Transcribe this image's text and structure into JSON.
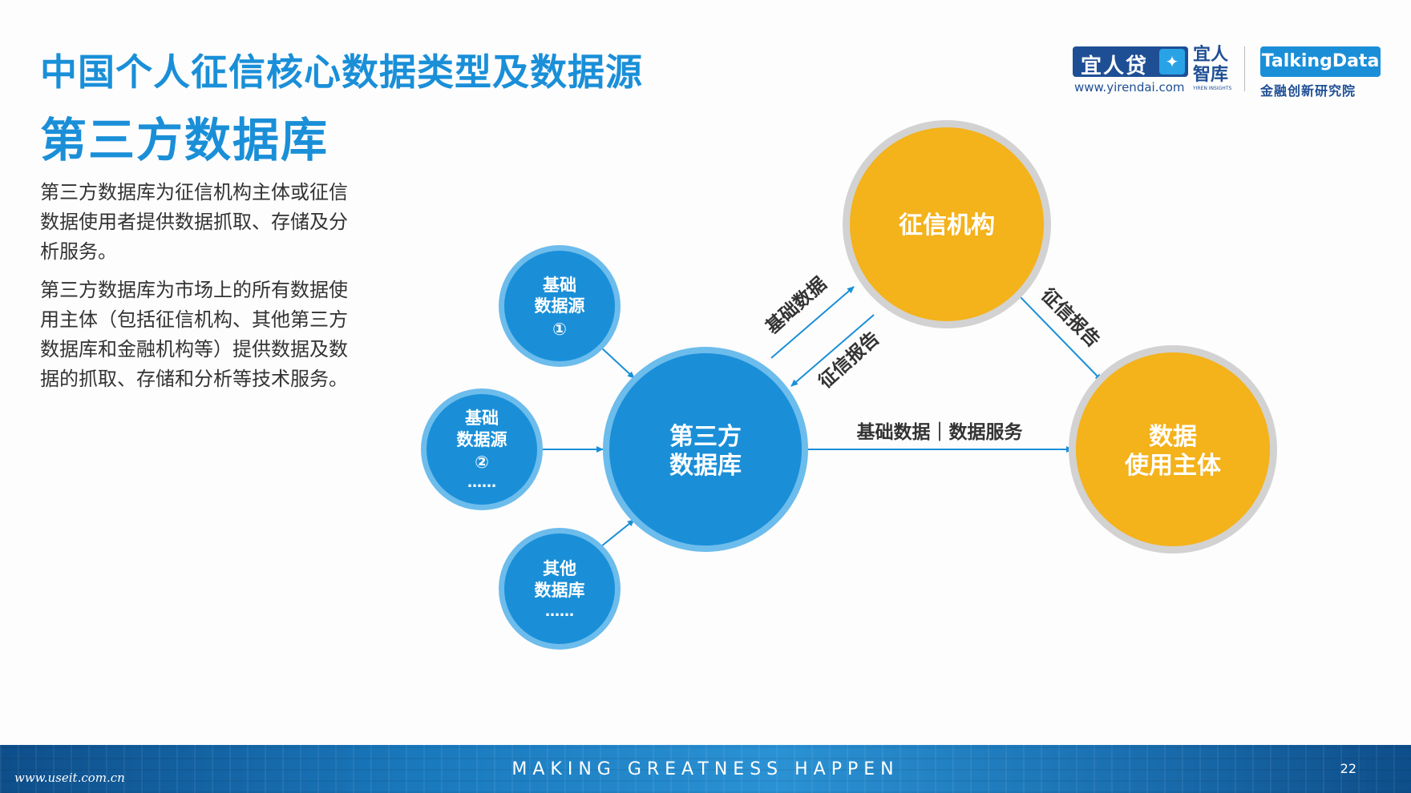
{
  "header": {
    "title": "中国个人征信核心数据类型及数据源",
    "subtitle": "第三方数据库"
  },
  "body": {
    "paragraph1": "第三方数据库为征信机构主体或征信数据使用者提供数据抓取、存储及分析服务。",
    "paragraph2": "第三方数据库为市场上的所有数据使用主体（包括征信机构、其他第三方数据库和金融机构等）提供数据及数据的抓取、存储和分析等技术服务。"
  },
  "logos": {
    "yirendai_name": "宜人贷",
    "yirendai_url": "www.yirendai.com",
    "yiren_insights_name": "宜人智库",
    "yiren_insights_en": "YIREN INSIGHTS",
    "talkingdata_name": "TalkingData",
    "talkingdata_sub": "金融创新研究院"
  },
  "diagram": {
    "nodes": {
      "source1": [
        "基础",
        "数据源",
        "①"
      ],
      "source2": [
        "基础",
        "数据源",
        "②",
        "……"
      ],
      "source3": [
        "其他",
        "数据库",
        "……"
      ],
      "center": [
        "第三方",
        "数据库"
      ],
      "credit_agency": [
        "征信机构"
      ],
      "data_user": [
        "数据",
        "使用主体"
      ]
    },
    "edge_labels": {
      "center_to_agency": "基础数据",
      "agency_to_center": "征信报告",
      "agency_to_user": "征信报告",
      "center_to_user": "基础数据｜数据服务"
    },
    "colors": {
      "blue_node": "#1a8fd8",
      "blue_ring": "#6cbcec",
      "orange_node": "#f4b21b",
      "gray_ring": "#d2d2d2",
      "arrow": "#1a8fd8"
    }
  },
  "footer": {
    "slogan": "MAKING GREATNESS HAPPEN",
    "page_number": "22",
    "watermark": "www.useit.com.cn"
  }
}
